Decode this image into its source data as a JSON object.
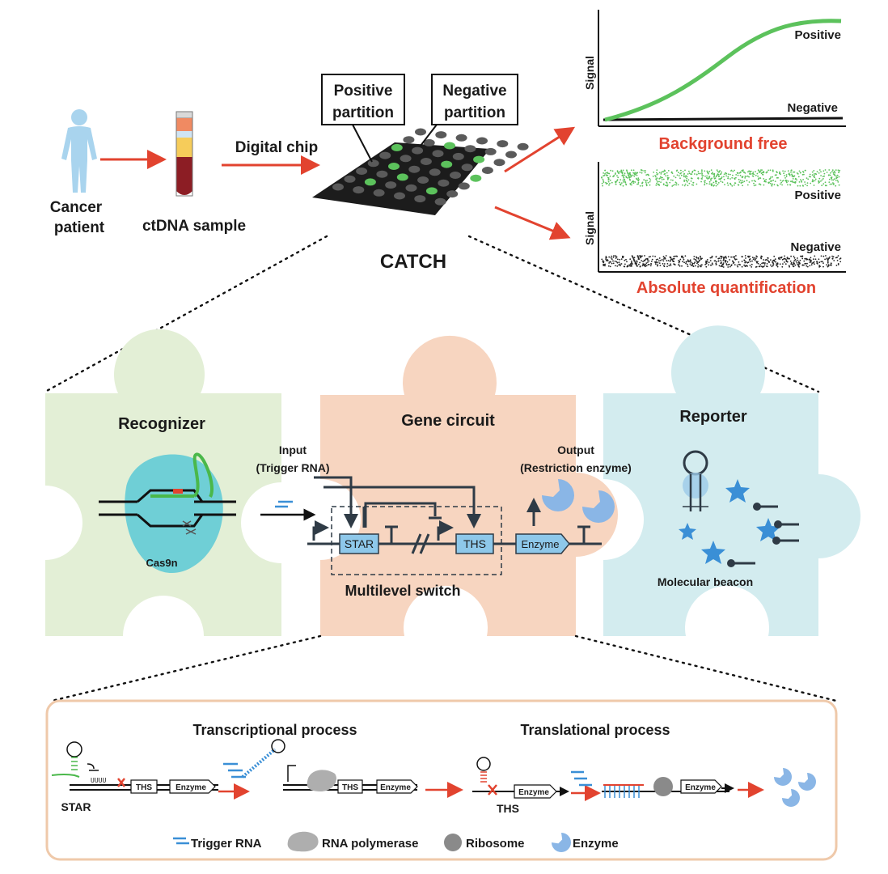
{
  "top": {
    "patient_label_1": "Cancer",
    "patient_label_2": "patient",
    "sample_label": "ctDNA sample",
    "chip_label": "Digital chip",
    "positive_partition_1": "Positive",
    "positive_partition_2": "partition",
    "negative_partition_1": "Negative",
    "negative_partition_2": "partition",
    "catch_label": "CATCH"
  },
  "charts": {
    "curve": {
      "ylabel": "Signal",
      "positive": "Positive",
      "negative": "Negative",
      "caption": "Background free"
    },
    "dots": {
      "ylabel": "Signal",
      "positive": "Positive",
      "negative": "Negative",
      "caption": "Absolute quantification"
    }
  },
  "puzzle": {
    "recognizer": {
      "title": "Recognizer",
      "cas_label": "Cas9n"
    },
    "circuit": {
      "title": "Gene circuit",
      "input_1": "Input",
      "input_2": "(Trigger RNA)",
      "output_1": "Output",
      "output_2": "(Restriction enzyme)",
      "star": "STAR",
      "ths": "THS",
      "enzyme": "Enzyme",
      "switch_label": "Multilevel switch"
    },
    "reporter": {
      "title": "Reporter",
      "beacon_label": "Molecular beacon"
    }
  },
  "process": {
    "transcriptional": "Transcriptional process",
    "translational": "Translational process",
    "star_label": "STAR",
    "ths_label": "THS",
    "uuuu": "UUUU",
    "box_ths": "THS",
    "box_enzyme": "Enzyme",
    "legend": {
      "trigger": "Trigger RNA",
      "polymerase": "RNA polymerase",
      "ribosome": "Ribosome",
      "enzyme": "Enzyme"
    }
  },
  "colors": {
    "arrow_red": "#e2432f",
    "green": "#5cc25c",
    "recognizer_bg": "#e3efd6",
    "circuit_bg": "#f7d5c0",
    "reporter_bg": "#d3ecef",
    "process_border": "#efc9aa",
    "box_blue": "#8ec8ea",
    "enzyme_blue": "#8ab6e6"
  }
}
